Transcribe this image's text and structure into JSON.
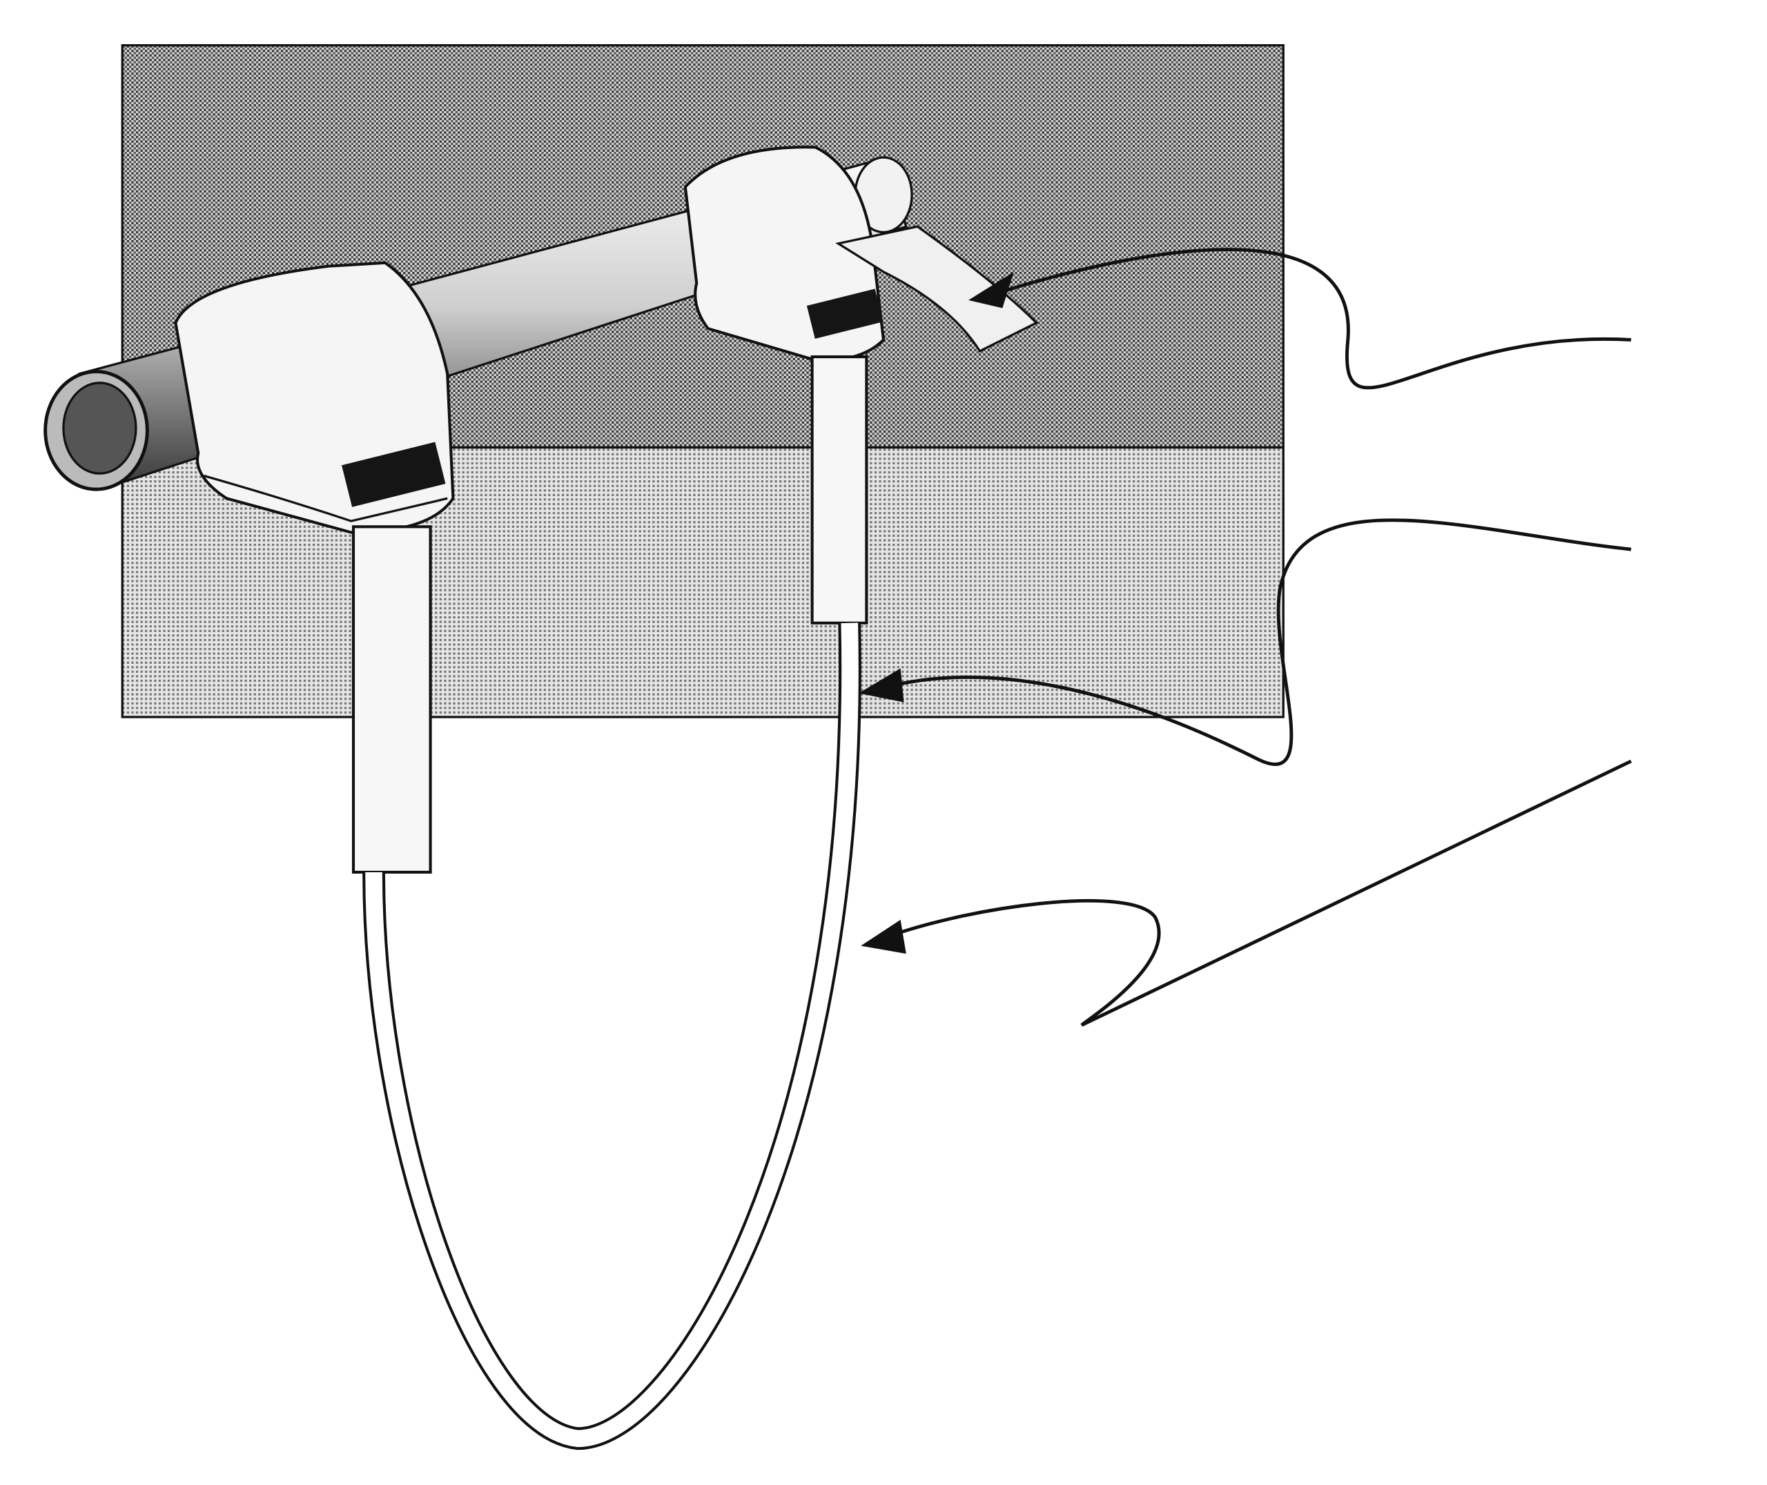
{
  "figure": {
    "colors": {
      "background": "#ffffff",
      "panel_upper": "#9a9a9a",
      "panel_lower": "#c4c4c4",
      "line": "#111111",
      "device": "#f4f4f4",
      "label_plate": "#151515"
    },
    "icons": [
      "pipe",
      "clamp",
      "probe-cable",
      "leader-arrow"
    ]
  }
}
